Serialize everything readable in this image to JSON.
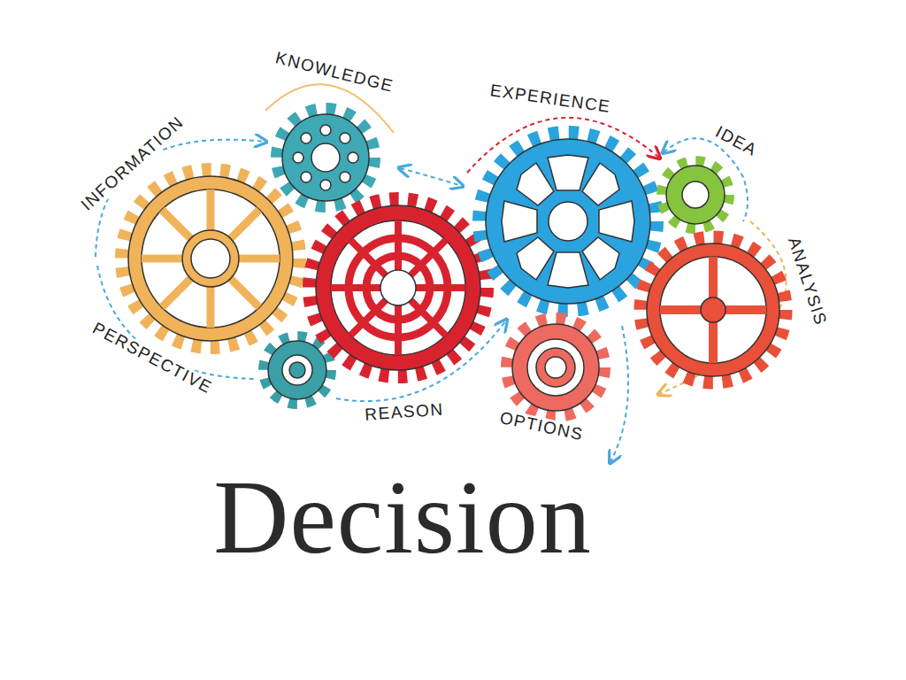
{
  "diagram": {
    "title": "Decision",
    "labels": [
      "INFORMATION",
      "KNOWLEDGE",
      "EXPERIENCE",
      "IDEA",
      "ANALYSIS",
      "PERSPECTIVE",
      "REASON",
      "OPTIONS"
    ]
  }
}
